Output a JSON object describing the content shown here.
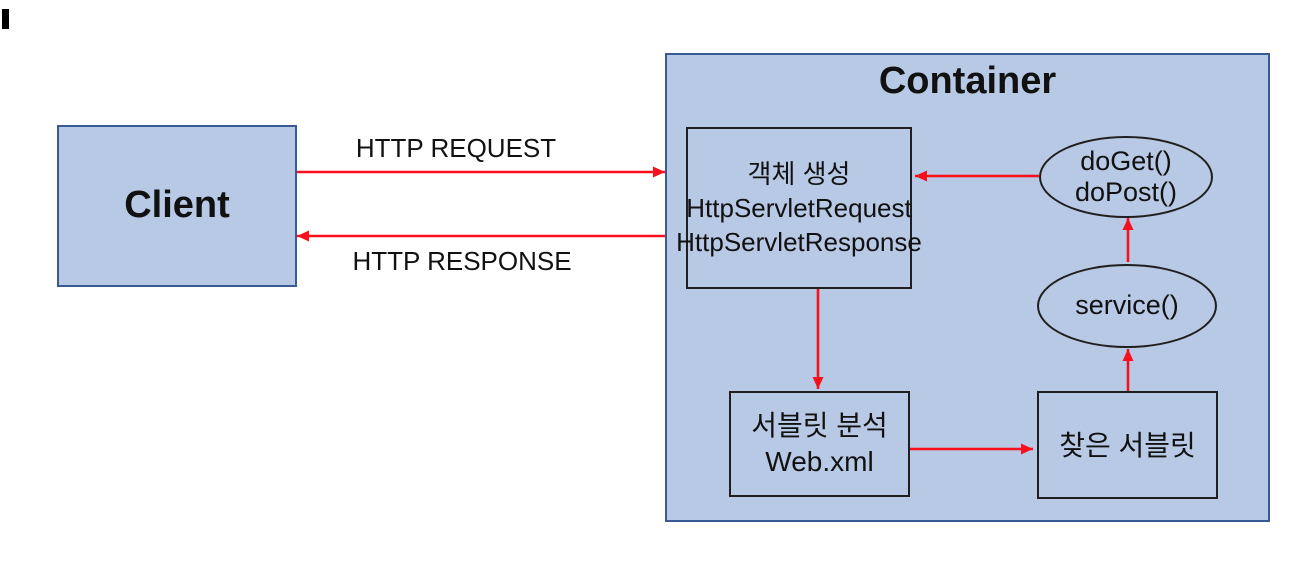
{
  "client": {
    "label": "Client"
  },
  "flow": {
    "request_label": "HTTP REQUEST",
    "response_label": "HTTP RESPONSE"
  },
  "container": {
    "title": "Container",
    "object_creation_box": {
      "line1": "객체 생성",
      "line2": "HttpServletRequest",
      "line3": "HttpServletResponse"
    },
    "doget_ellipse": {
      "line1": "doGet()",
      "line2": "doPost()"
    },
    "service_ellipse": {
      "label": "service()"
    },
    "servlet_analysis_box": {
      "line1": "서블릿 분석",
      "line2": "Web.xml"
    },
    "found_servlet_box": {
      "label": "찾은 서블릿"
    }
  },
  "colors": {
    "box_fill": "#b7c9e4",
    "outer_border": "#3a5a94",
    "inner_border": "#1f1f1f",
    "arrow_color": "#f8111c",
    "text_color": "#111111"
  }
}
